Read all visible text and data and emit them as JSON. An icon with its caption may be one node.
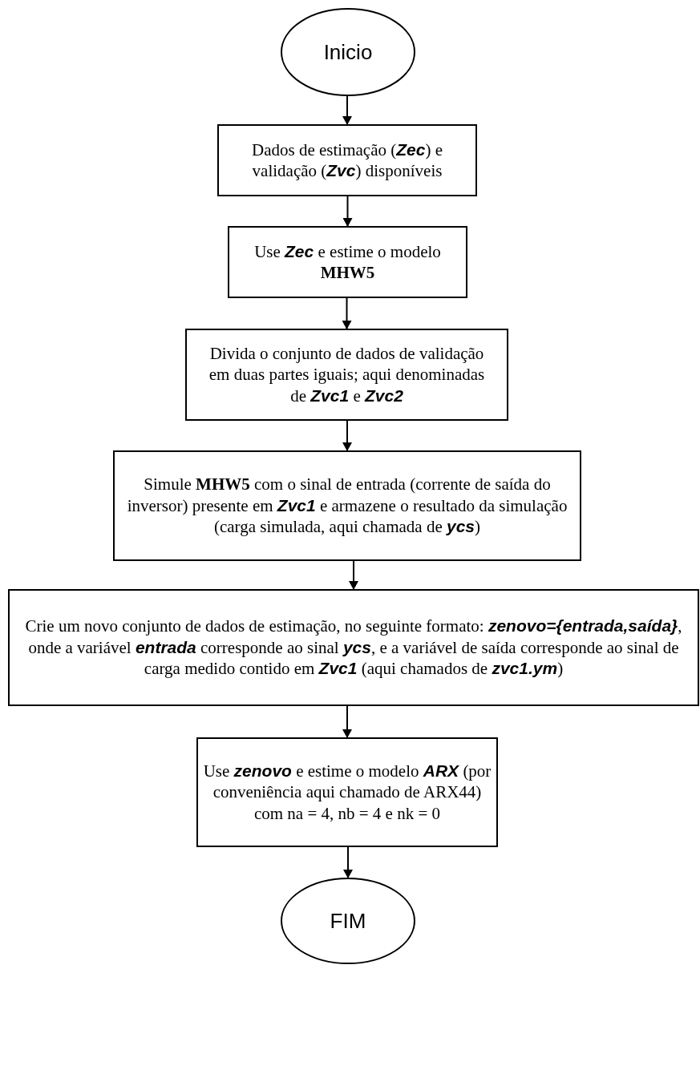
{
  "diagram": {
    "nodes": [
      {
        "text": [
          "Inicio"
        ]
      },
      {
        "text": [
          "Dados de estimação (*Zec*) e validação (*Zvc*) disponíveis"
        ]
      },
      {
        "text": [
          "Use *Zec* e estime o modelo **MHW5**"
        ]
      },
      {
        "text": [
          "Divida o conjunto de dados de validação em duas partes iguais; aqui denominadas de *Zvc1* e *Zvc2*"
        ]
      },
      {
        "text": [
          "Simule **MHW5** com o sinal de entrada (corrente de saída do inversor) presente em *Zvc1* e armazene o resultado da simulação (carga simulada, aqui chamada de *ycs*)"
        ]
      },
      {
        "text": [
          "Crie um novo conjunto de dados de estimação, no seguinte formato: *zenovo={entrada,saída}*, onde a variável *entrada* corresponde ao sinal *ycs*, e a variável de saída corresponde ao sinal de carga medido contido em *Zvc1* (aqui chamados de *zvc1.ym*)"
        ]
      },
      {
        "text": [
          "Use *zenovo* e estime o modelo *ARX* (por conveniência aqui chamado de ARX44) com na = 4, nb = 4 e nk = 0"
        ]
      },
      {
        "text": [
          "FIM"
        ]
      }
    ],
    "edges": [
      {
        "from": 0,
        "to": 1,
        "arrow": "to"
      },
      {
        "from": 1,
        "to": 2,
        "arrow": "to"
      },
      {
        "from": 2,
        "to": 3,
        "arrow": "to"
      },
      {
        "from": 3,
        "to": 4,
        "arrow": "to"
      },
      {
        "from": 4,
        "to": 5,
        "arrow": "to"
      },
      {
        "from": 5,
        "to": 6,
        "arrow": "to"
      },
      {
        "from": 6,
        "to": 7,
        "arrow": "to"
      }
    ]
  }
}
